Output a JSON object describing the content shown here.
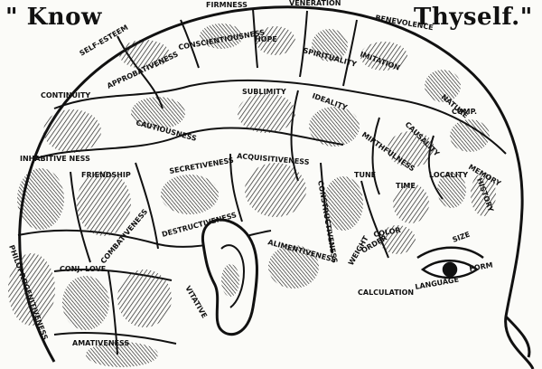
{
  "caption": {
    "left": "\" Know",
    "right": "Thyself.\""
  },
  "regions": [
    {
      "id": "firmness",
      "label": "FIRMNESS"
    },
    {
      "id": "veneration",
      "label": "VENERATION"
    },
    {
      "id": "benevolence",
      "label": "BENEVOLENCE"
    },
    {
      "id": "self-esteem",
      "label": "SELF-ESTEEM"
    },
    {
      "id": "conscientiousness",
      "label": "CONSCIENTIOUSNESS"
    },
    {
      "id": "hope",
      "label": "HOPE"
    },
    {
      "id": "spirituality",
      "label": "SPIRITUALITY"
    },
    {
      "id": "imitation",
      "label": "IMITATION"
    },
    {
      "id": "human-nature",
      "label": "NATURE"
    },
    {
      "id": "approbativeness",
      "label": "APPROBATIVENESS"
    },
    {
      "id": "continuity",
      "label": "CONTINUITY"
    },
    {
      "id": "sublimity",
      "label": "SUBLIMITY"
    },
    {
      "id": "ideality",
      "label": "IDEALITY"
    },
    {
      "id": "comparison",
      "label": "COMP."
    },
    {
      "id": "cautiousness",
      "label": "CAUTIOUSNESS"
    },
    {
      "id": "mirthfulness",
      "label": "MIRTHFULNESS"
    },
    {
      "id": "causality",
      "label": "CAUSALITY"
    },
    {
      "id": "inhabitiveness",
      "label": "INHABITIVE NESS"
    },
    {
      "id": "friendship",
      "label": "FRIENDSHIP"
    },
    {
      "id": "secretiveness",
      "label": "SECRETIVENESS"
    },
    {
      "id": "acquisitiveness",
      "label": "ACQUISITIVENESS"
    },
    {
      "id": "constructiveness",
      "label": "CONSTRUCTIVENESS"
    },
    {
      "id": "tune",
      "label": "TUNE"
    },
    {
      "id": "time",
      "label": "TIME"
    },
    {
      "id": "locality",
      "label": "LOCALITY"
    },
    {
      "id": "memory",
      "label": "MEMORY"
    },
    {
      "id": "history",
      "label": "HISTORY"
    },
    {
      "id": "destructiveness",
      "label": "DESTRUCTIVENESS"
    },
    {
      "id": "combativeness",
      "label": "COMBATIVENESS"
    },
    {
      "id": "alimentiveness",
      "label": "ALIMENTIVENESS"
    },
    {
      "id": "order",
      "label": "ORDER"
    },
    {
      "id": "color",
      "label": "COLOR"
    },
    {
      "id": "weight",
      "label": "WEIGHT"
    },
    {
      "id": "size",
      "label": "SIZE"
    },
    {
      "id": "form",
      "label": "FORM"
    },
    {
      "id": "language",
      "label": "LANGUAGE"
    },
    {
      "id": "calculation",
      "label": "CALCULATION"
    },
    {
      "id": "conj-love",
      "label": "CONJ. LOVE"
    },
    {
      "id": "philoprogenitiveness",
      "label": "PHILOPROGENITIVENESS"
    },
    {
      "id": "vitativeness",
      "label": "VITATIVE"
    },
    {
      "id": "amativeness",
      "label": "AMATIVENESS"
    }
  ]
}
